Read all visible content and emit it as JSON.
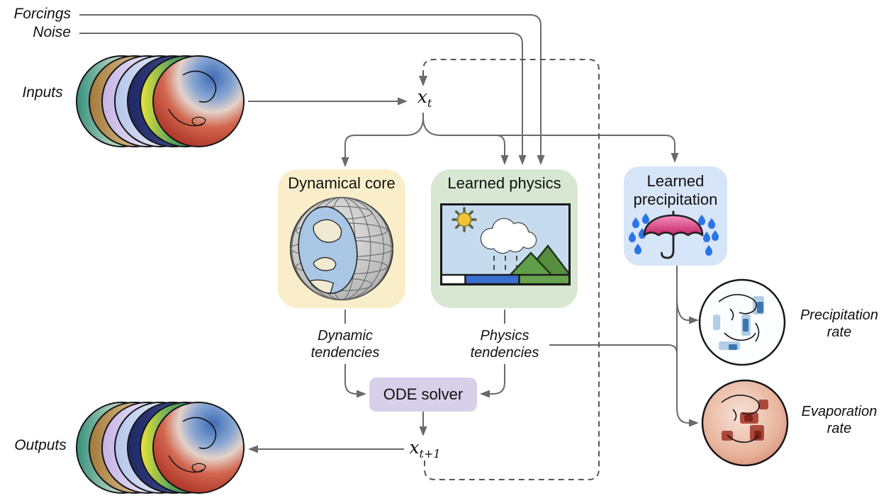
{
  "diagram": {
    "labels": {
      "forcings": "Forcings",
      "noise": "Noise",
      "inputs": "Inputs",
      "outputs": "Outputs"
    },
    "state": {
      "x_t": {
        "base": "x",
        "sub": "t"
      },
      "x_t_plus_1": {
        "base": "x",
        "sub": "t+1"
      }
    },
    "boxes": {
      "dynamical_core": "Dynamical core",
      "learned_physics": "Learned physics",
      "learned_precipitation_line1": "Learned",
      "learned_precipitation_line2": "precipitation",
      "ode_solver": "ODE solver"
    },
    "annotations": {
      "dynamic_tendencies_line1": "Dynamic",
      "dynamic_tendencies_line2": "tendencies",
      "physics_tendencies_line1": "Physics",
      "physics_tendencies_line2": "tendencies",
      "precipitation_rate_line1": "Precipitation",
      "precipitation_rate_line2": "rate",
      "evaporation_rate_line1": "Evaporation",
      "evaporation_rate_line2": "rate"
    },
    "icons": {
      "dynamical_core": "earth-cutaway-globe-icon",
      "learned_physics": "weather-scene-icon",
      "learned_precipitation": "umbrella-rain-icon",
      "inputs": "globe-stack",
      "outputs": "globe-stack",
      "precipitation_output": "precipitation-globe",
      "evaporation_output": "evaporation-globe"
    },
    "colors": {
      "dynamical_core_bg": "#faeeca",
      "learned_physics_bg": "#d8e7d2",
      "learned_precipitation_bg": "#d7e5f8",
      "ode_solver_bg": "#d8d0e9",
      "arrow": "#6a6a6a",
      "dashed_loop": "#575757",
      "umbrella_pink": "#d6397c",
      "raindrop_blue": "#2a74e8",
      "mountain_green": "#619e49",
      "bar_blue": "#3a6ed0",
      "sun_yellow": "#f4c430",
      "sky_blue": "#c7dbee"
    }
  }
}
